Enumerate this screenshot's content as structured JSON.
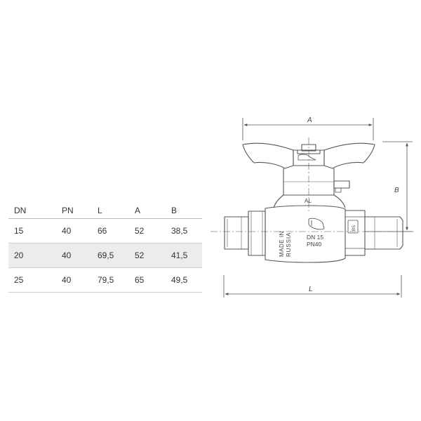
{
  "table": {
    "headers": [
      "DN",
      "PN",
      "L",
      "A",
      "B"
    ],
    "rows": [
      [
        "15",
        "40",
        "66",
        "52",
        "38,5"
      ],
      [
        "20",
        "40",
        "69,5",
        "52",
        "41,5"
      ],
      [
        "25",
        "40",
        "79,5",
        "65",
        "49,5"
      ]
    ]
  },
  "drawing": {
    "dim_a": "A",
    "dim_b": "B",
    "dim_l": "L",
    "stem_mark": "AL",
    "body_made_in": "MADE IN",
    "body_russia": "RUSSIA",
    "body_dn": "DN 15",
    "body_pn": "PN40",
    "hex_mark": "BS"
  },
  "colors": {
    "line": "#555555",
    "row_shade": "#ececec"
  }
}
